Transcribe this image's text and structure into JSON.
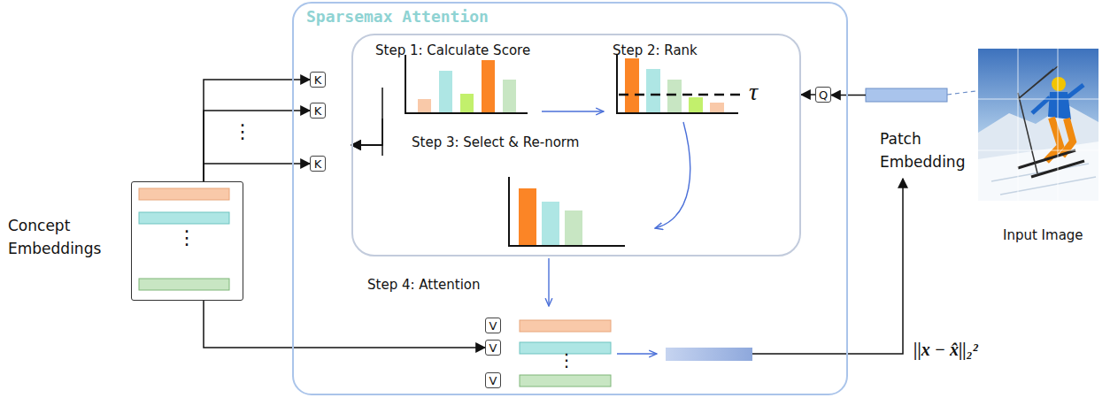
{
  "diagram": {
    "nodes": [
      {
        "text": [
          "Sparsemax Attention"
        ]
      },
      {
        "text": [
          "Step 1: Calculate Score",
          "Step 2: Rank",
          "Step 3: Select & Re-norm"
        ],
        "in": 0
      },
      {
        "text": [
          "K"
        ],
        "in": 0
      },
      {
        "text": [
          "K"
        ],
        "in": 0
      },
      {
        "text": [
          "K"
        ],
        "in": 0
      },
      {
        "text": [
          "Q"
        ],
        "in": 0
      },
      {
        "text": [
          "V"
        ],
        "in": 0
      },
      {
        "text": [
          "V"
        ],
        "in": 0
      },
      {
        "text": [
          "V"
        ],
        "in": 0
      },
      {
        "text": [
          "Concept Embeddings"
        ]
      },
      {
        "text": [
          "Patch Embedding"
        ]
      }
    ],
    "edges": [
      {
        "from": 9,
        "to": 2,
        "arrow": "to"
      },
      {
        "from": 9,
        "to": 3,
        "arrow": "to"
      },
      {
        "from": 9,
        "to": 4,
        "arrow": "to"
      },
      {
        "from": 2,
        "to": 1,
        "arrow": "to"
      },
      {
        "from": 3,
        "to": 1,
        "arrow": "to"
      },
      {
        "from": 4,
        "to": 1,
        "arrow": "to"
      },
      {
        "from": 5,
        "to": 1,
        "arrow": "to"
      },
      {
        "from": 10,
        "to": 5,
        "arrow": "to"
      },
      {
        "from": 9,
        "to": 7,
        "arrow": "to"
      }
    ],
    "labels": [
      "⋮",
      "⋮",
      "τ",
      "Step 4: Attention",
      "⋮",
      "||x − x̂||₂²",
      "Input Image"
    ]
  }
}
